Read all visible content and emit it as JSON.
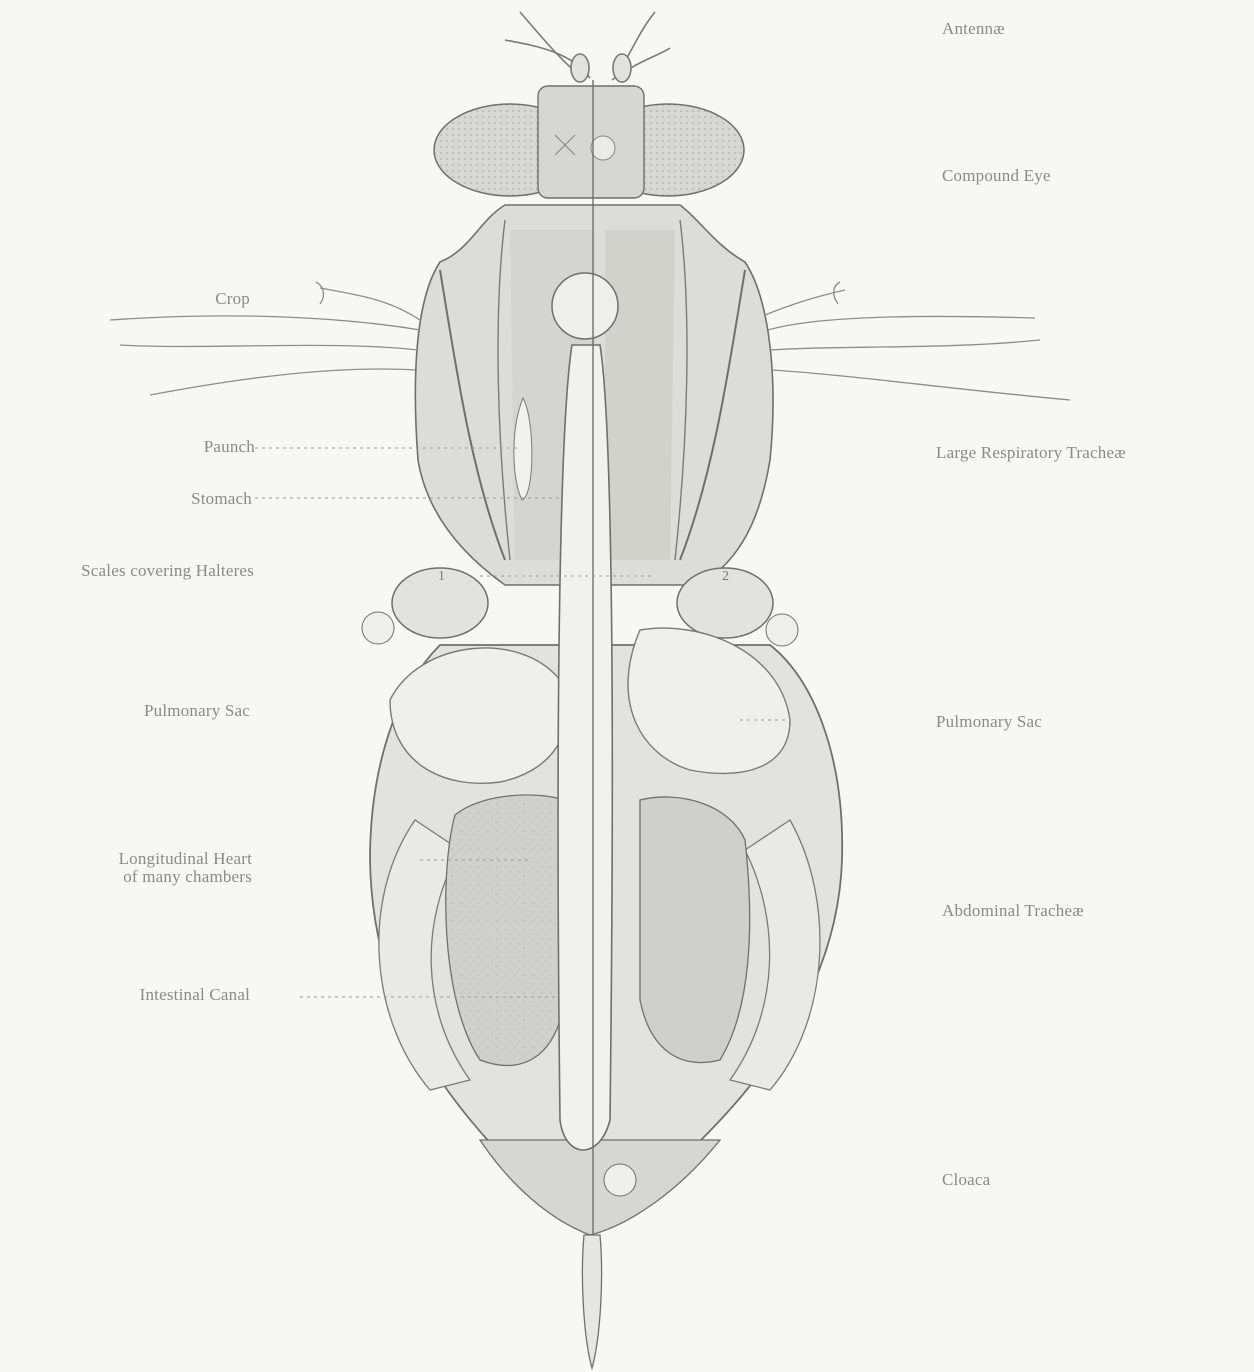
{
  "labels_left": {
    "crop": "Crop",
    "paunch": "Paunch",
    "stomach": "Stomach",
    "scales": "Scales covering Halteres",
    "pulmonary_left": "Pulmonary Sac",
    "heart_line1": "Longitudinal Heart",
    "heart_line2": "of many chambers",
    "intestinal": "Intestinal Canal"
  },
  "labels_right": {
    "antennae": "Antennæ",
    "compound_eye": "Compound Eye",
    "tracheae": "Large Respiratory Tracheæ",
    "pulmonary_right": "Pulmonary Sac",
    "abdominal": "Abdominal Tracheæ",
    "cloaca": "Cloaca"
  },
  "haltere_marks": {
    "left": "1",
    "right": "2"
  },
  "colors": {
    "ink": "#6f6f6c",
    "shade_light": "#e6e6e3",
    "shade_mid": "#d4d4d0",
    "shade_dark": "#c2c2be",
    "paper": "#f7f7f5"
  }
}
